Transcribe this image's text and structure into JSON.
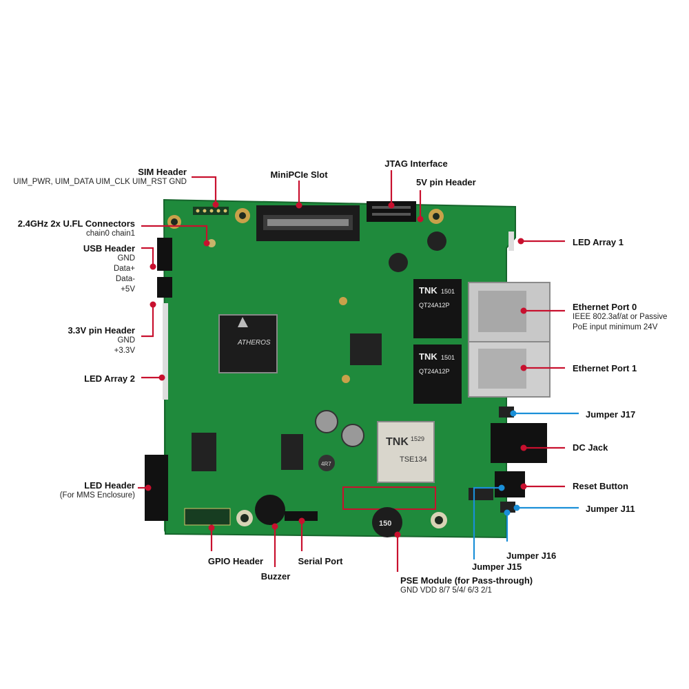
{
  "labels": {
    "sim_header": {
      "title": "SIM Header",
      "sub": "UIM_PWR, UIM_DATA UIM_CLK UIM_RST GND"
    },
    "minipcie": {
      "title": "MiniPCIe Slot"
    },
    "jtag": {
      "title": "JTAG Interface"
    },
    "pin5v": {
      "title": "5V pin Header"
    },
    "ufl": {
      "title": "2.4GHz 2x U.FL Connectors",
      "sub": "chain0 chain1"
    },
    "usb": {
      "title": "USB Header",
      "lines": [
        "GND",
        "Data+",
        "Data-",
        "+5V"
      ]
    },
    "pin33": {
      "title": "3.3V pin Header",
      "lines": [
        "GND",
        "+3.3V"
      ]
    },
    "led2": {
      "title": "LED Array 2"
    },
    "ledhdr": {
      "title": "LED Header",
      "sub": "(For MMS Enclosure)"
    },
    "gpio": {
      "title": "GPIO Header"
    },
    "buzzer": {
      "title": "Buzzer"
    },
    "serial": {
      "title": "Serial Port"
    },
    "pse": {
      "title": "PSE Module (for Pass-through)",
      "sub": "GND VDD 8/7 5/4/ 6/3 2/1"
    },
    "j15": {
      "title": "Jumper J15"
    },
    "j16": {
      "title": "Jumper J16"
    },
    "led1": {
      "title": "LED Array 1"
    },
    "eth0": {
      "title": "Ethernet Port 0",
      "lines": [
        "IEEE 802.3af/at or Passive",
        "PoE input minimum 24V"
      ]
    },
    "eth1": {
      "title": "Ethernet Port 1"
    },
    "j17": {
      "title": "Jumper J17"
    },
    "dcjack": {
      "title": "DC Jack"
    },
    "reset": {
      "title": "Reset Button"
    },
    "j11": {
      "title": "Jumper J11"
    }
  },
  "board": {
    "chip_brand": "ATHEROS",
    "magnetics_1": {
      "brand": "TNK",
      "model": "QT24A12P",
      "code": "1501"
    },
    "magnetics_2": {
      "brand": "TNK",
      "model": "QT24A12P",
      "code": "1501"
    },
    "transformer": {
      "brand": "TNK",
      "model": "TSE134",
      "code": "1529"
    },
    "inductor": "150",
    "cap": "4R7"
  },
  "colors": {
    "pcb": "#1f8a3c",
    "pcb_dark": "#16652c",
    "leader_red": "#c8102e",
    "leader_blue": "#1a8fd8"
  }
}
